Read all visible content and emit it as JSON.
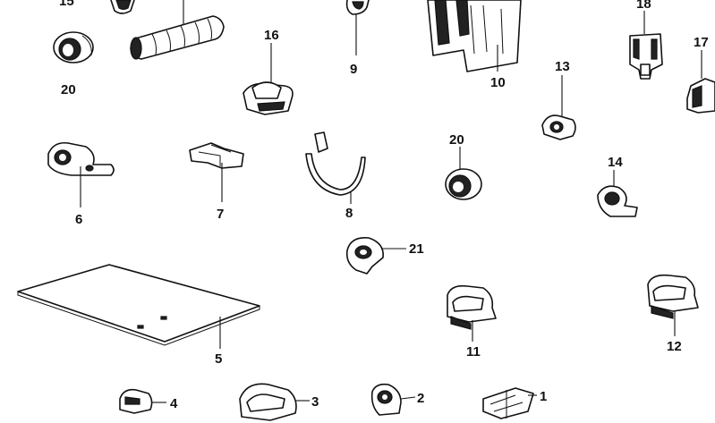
{
  "diagram": {
    "labels": {
      "l1": "1",
      "l2": "2",
      "l3": "3",
      "l4": "4",
      "l5": "5",
      "l6": "6",
      "l7": "7",
      "l8": "8",
      "l9": "9",
      "l10": "10",
      "l11": "11",
      "l12": "12",
      "l13": "13",
      "l14": "14",
      "l15": "15",
      "l16": "16",
      "l17": "17",
      "l18": "18",
      "l20a": "20",
      "l20b": "20",
      "l21": "21"
    }
  }
}
